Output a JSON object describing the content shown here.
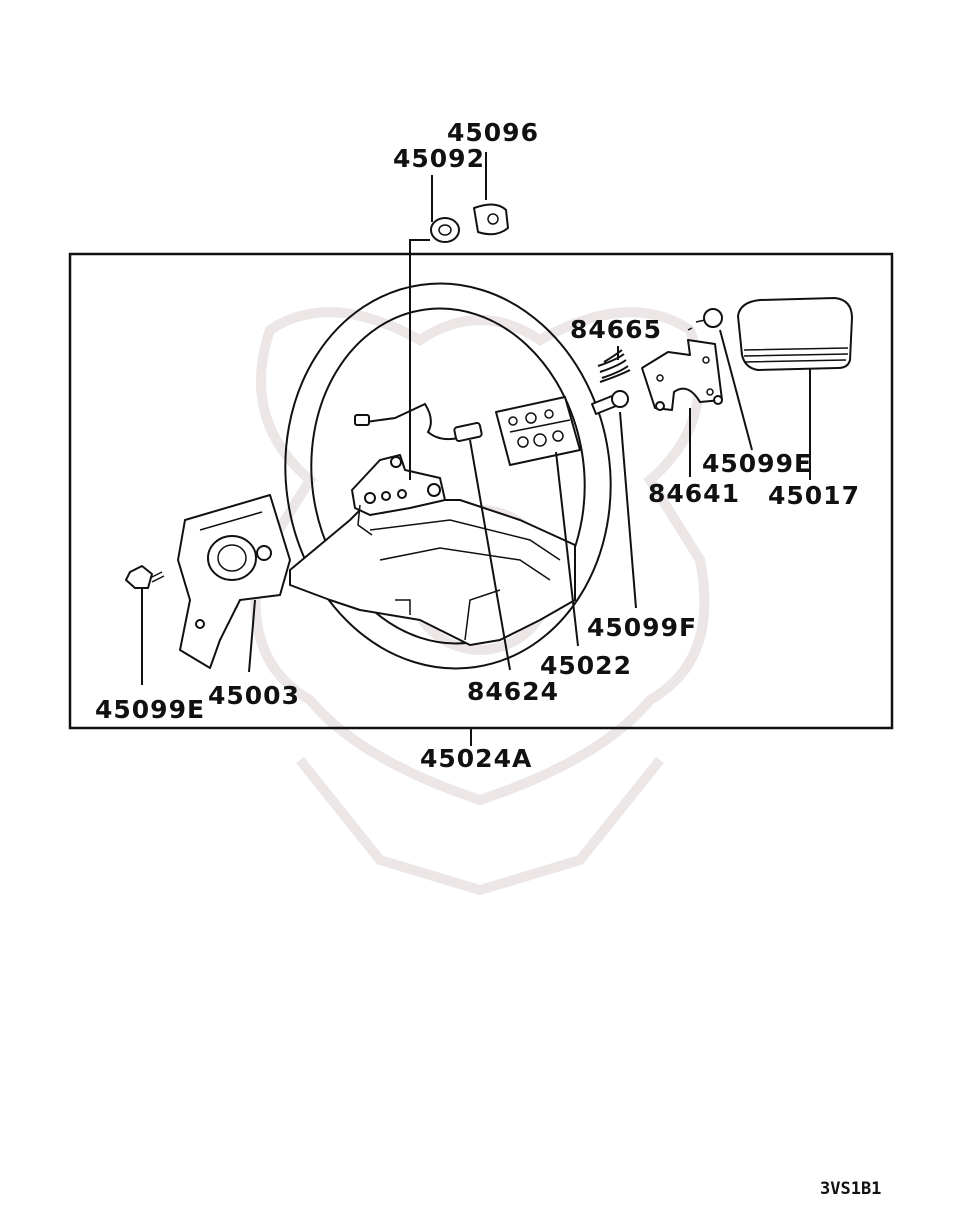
{
  "diagram": {
    "assembly_label": "45024A",
    "drawing_code": "3VS1B1",
    "labels": {
      "p45096": "45096",
      "p45092": "45092",
      "p84665": "84665",
      "p45099e_right": "45099E",
      "p84641": "84641",
      "p45017": "45017",
      "p45099f": "45099F",
      "p45022": "45022",
      "p84624": "84624",
      "p45003": "45003",
      "p45099e_left": "45099E"
    }
  }
}
